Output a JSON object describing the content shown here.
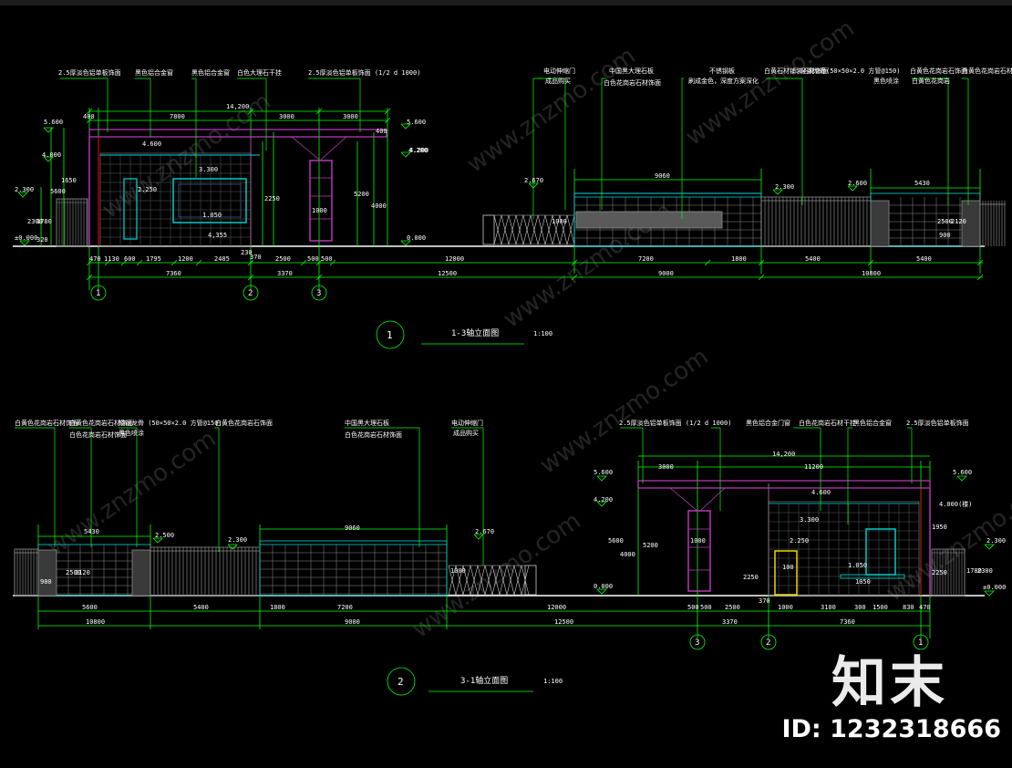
{
  "watermark": {
    "logo_text": "知末",
    "id_text": "ID: 1232318666",
    "tile_text": "www.znzmo.com"
  },
  "colors": {
    "line": "#00ff00",
    "wall": "#00d8d8",
    "purple": "#c03cc0",
    "white": "#ffffff",
    "grey": "#8c8c8c",
    "yellow": "#ffe600",
    "red": "#ff0000"
  },
  "elevation1": {
    "title": "1-3轴立面图",
    "scale": "1:100",
    "number": "1",
    "callouts": [
      "2.5厚淡色铝单板饰面",
      "黑色铝合金窗",
      "黑色铝合金窗",
      "白色大理石干挂",
      "2.5厚淡色铝单板饰面 (1/2 d 1000)",
      "电动伸缩门",
      "成品购买",
      "中国黑大理石板",
      "白色花岗岩石材饰面",
      "不锈钢板",
      "刷成金色，深度方案深化",
      "白黄石材铺装石材饰面",
      "轻钢龙骨(50×50×2.0 方管@150)",
      "黑色喷涂",
      "白黄色花岗岩石饰面",
      "白黄色花岗岩",
      "白黄色花岗岩石材饰面"
    ],
    "levels": [
      "5.600",
      "4.200",
      "4.600",
      "4.000",
      "2.300",
      "±0.000",
      "3.300",
      "2.250",
      "1.050",
      "0.000",
      "5.600",
      "4.200",
      "2.670",
      "2.300",
      "2.600"
    ],
    "dim_top": [
      "400",
      "7800",
      "3000",
      "3000",
      "14,200",
      "400",
      "9060",
      "5430"
    ],
    "dim_bottom": [
      "470",
      "1130",
      "600",
      "1795",
      "1200",
      "2405",
      "2500",
      "500",
      "500",
      "12000",
      "7200",
      "1800",
      "5400",
      "5400",
      "7360",
      "3370",
      "12500",
      "9000",
      "10800",
      "230",
      "370"
    ],
    "axes": [
      "1",
      "2",
      "3"
    ],
    "inner": [
      "4,355",
      "1000",
      "5200",
      "4000",
      "5600",
      "1650",
      "1780",
      "2300",
      "320",
      "2250",
      "1000",
      "2500",
      "2120",
      "900"
    ]
  },
  "elevation2": {
    "title": "3-1轴立面图",
    "scale": "1:100",
    "number": "2",
    "callouts": [
      "白黄色花岗岩石材饰面",
      "白黄色花岗岩石材饰面",
      "白色花岗岩石材饰面",
      "轻钢龙骨 (50×50×2.0 方管@150)",
      "黑色喷涂",
      "白黄色花岗岩石饰面",
      "中国黑大理石板",
      "白色花岗岩石材饰面",
      "电动伸缩门",
      "成品购买",
      "2.5厚淡色铝单板饰面 (1/2 d 1000)",
      "黑色铝合金门窗",
      "白色花岗岩石材干挂",
      "黑色铝合金窗",
      "2.5厚淡色铝单板饰面"
    ],
    "levels": [
      "5.600",
      "4.200",
      "0.000",
      "4.600",
      "3.300",
      "2.250",
      "1.050",
      "4.000(楼)",
      "5.600",
      "2.300",
      "±0.000",
      "2.300",
      "2.500",
      "2.670"
    ],
    "dim_top": [
      "5430",
      "9060",
      "14,200",
      "3000",
      "11200"
    ],
    "dim_bottom": [
      "5600",
      "5400",
      "1800",
      "7200",
      "12000",
      "500",
      "500",
      "2500",
      "1000",
      "3100",
      "300",
      "1500",
      "830",
      "470",
      "10800",
      "9000",
      "12500",
      "3370",
      "7360",
      "370"
    ],
    "axes": [
      "3",
      "2",
      "1"
    ],
    "inner": [
      "5200",
      "4000",
      "5600",
      "1000",
      "2250",
      "1780",
      "2300",
      "900",
      "2500",
      "2120",
      "1000",
      "100",
      "1950",
      "2250",
      "1050"
    ]
  }
}
